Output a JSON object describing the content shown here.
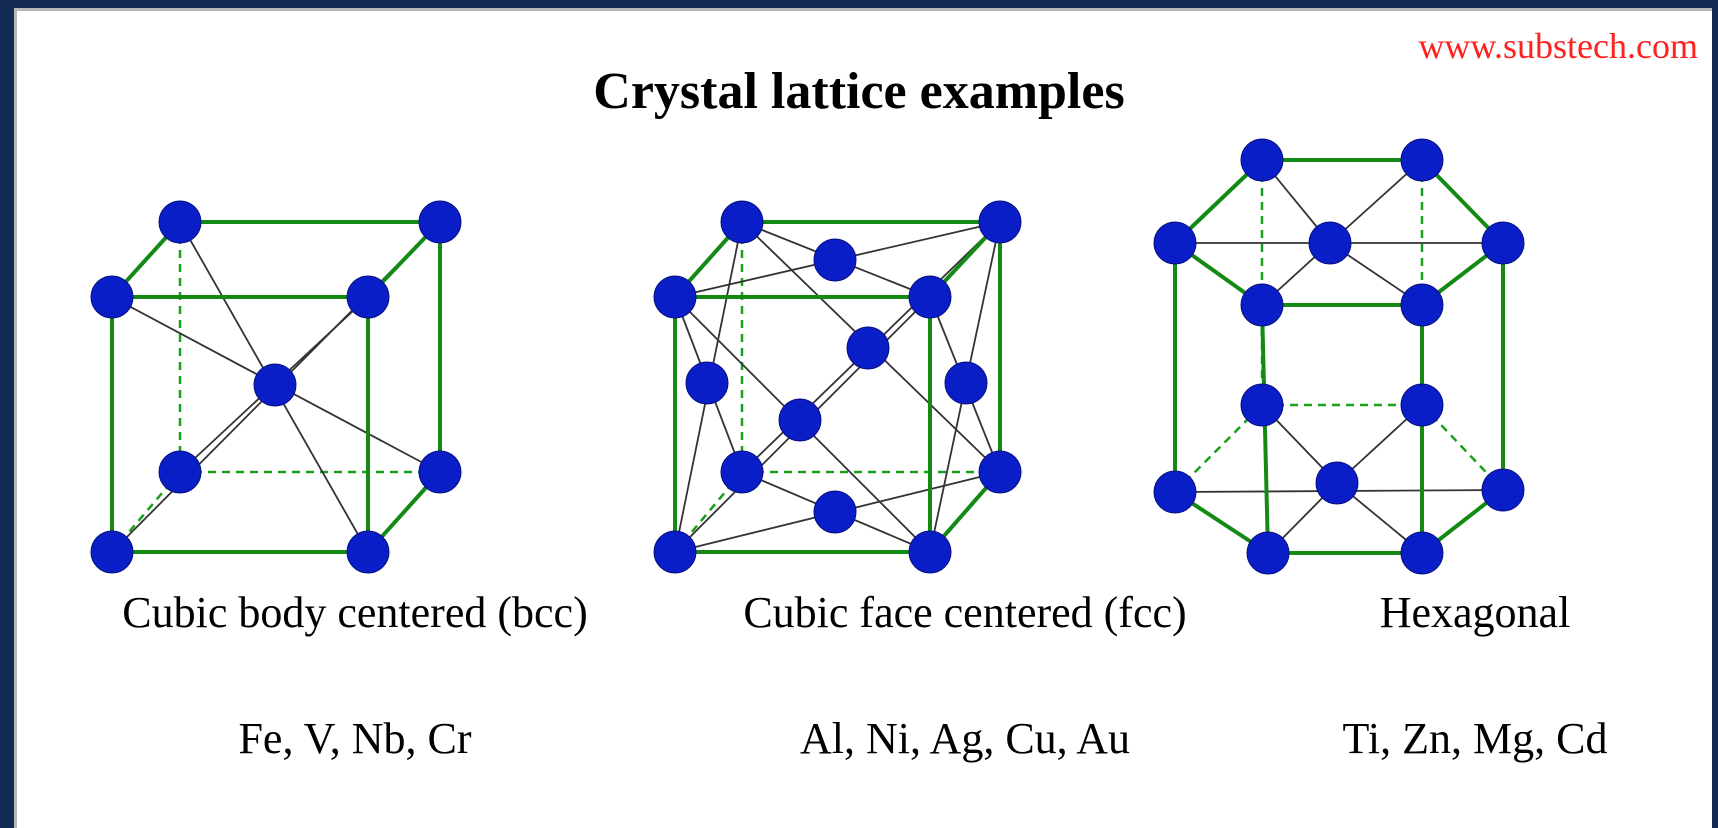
{
  "watermark": "www.substech.com",
  "title": "Crystal lattice examples",
  "lattices": [
    {
      "name": "Cubic body centered (bcc)",
      "examples": "Fe, V, Nb, Cr"
    },
    {
      "name": "Cubic face centered (fcc)",
      "examples": "Al, Ni, Ag, Cu, Au"
    },
    {
      "name": "Hexagonal",
      "examples": "Ti, Zn, Mg, Cd"
    }
  ],
  "colors": {
    "atom": "#0a1ec8",
    "edge": "#138a13",
    "background": "#132a52",
    "watermark": "#ff2020"
  }
}
